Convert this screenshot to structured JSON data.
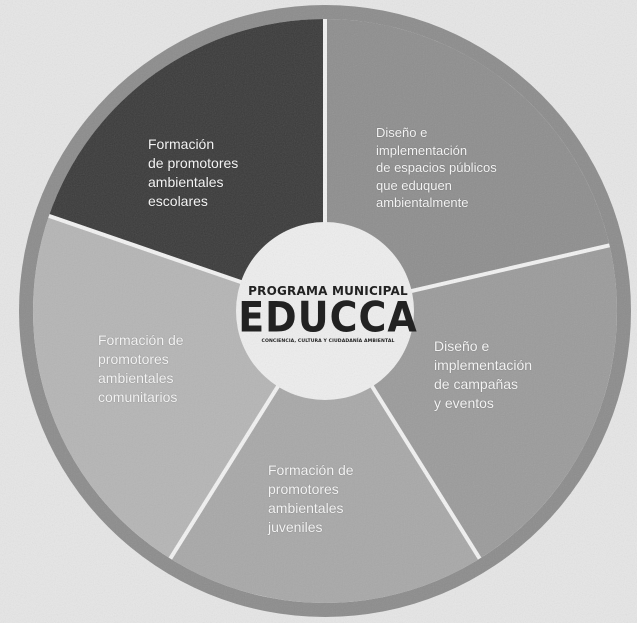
{
  "logo": {
    "top": "PROGRAMA MUNICIPAL",
    "main": "EDUCCA",
    "sub": "CONCIENCIA, CULTURA Y CIUDADANÍA AMBIENTAL"
  },
  "segments": [
    {
      "label": "Formación\nde promotores\nambientales\nescolares",
      "fill": "#3a3a3a"
    },
    {
      "label": "Diseño e\nimplementación\nde espacios públicos\nque eduquen\nambientalmente",
      "fill": "#8e8e8e"
    },
    {
      "label": "Diseño e\nimplementación\nde campañas\ny eventos",
      "fill": "#9b9b9b"
    },
    {
      "label": "Formación de\npromotores\nambientales\njuveniles",
      "fill": "#a8a8a8"
    },
    {
      "label": "Formación de\npromotores\nambientales\ncomunitarios",
      "fill": "#b5b5b5"
    }
  ],
  "colors": {
    "background": "#e6e6e6",
    "outer_ring": "#8c8c8c",
    "center_circle": "#eeeeee",
    "dividers": "#f2f2f2"
  }
}
